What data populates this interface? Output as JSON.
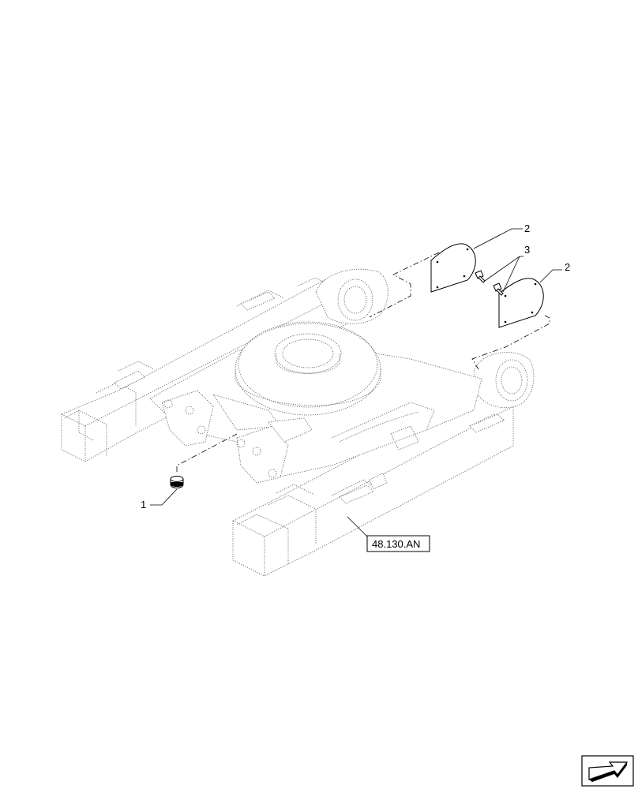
{
  "callouts": [
    {
      "id": "1",
      "label": "1"
    },
    {
      "id": "2a",
      "label": "2"
    },
    {
      "id": "3",
      "label": "3"
    },
    {
      "id": "2b",
      "label": "2"
    }
  ],
  "reference": {
    "label": "48.130.AN"
  },
  "nav_icon": {
    "name": "next-page-arrow-icon"
  }
}
